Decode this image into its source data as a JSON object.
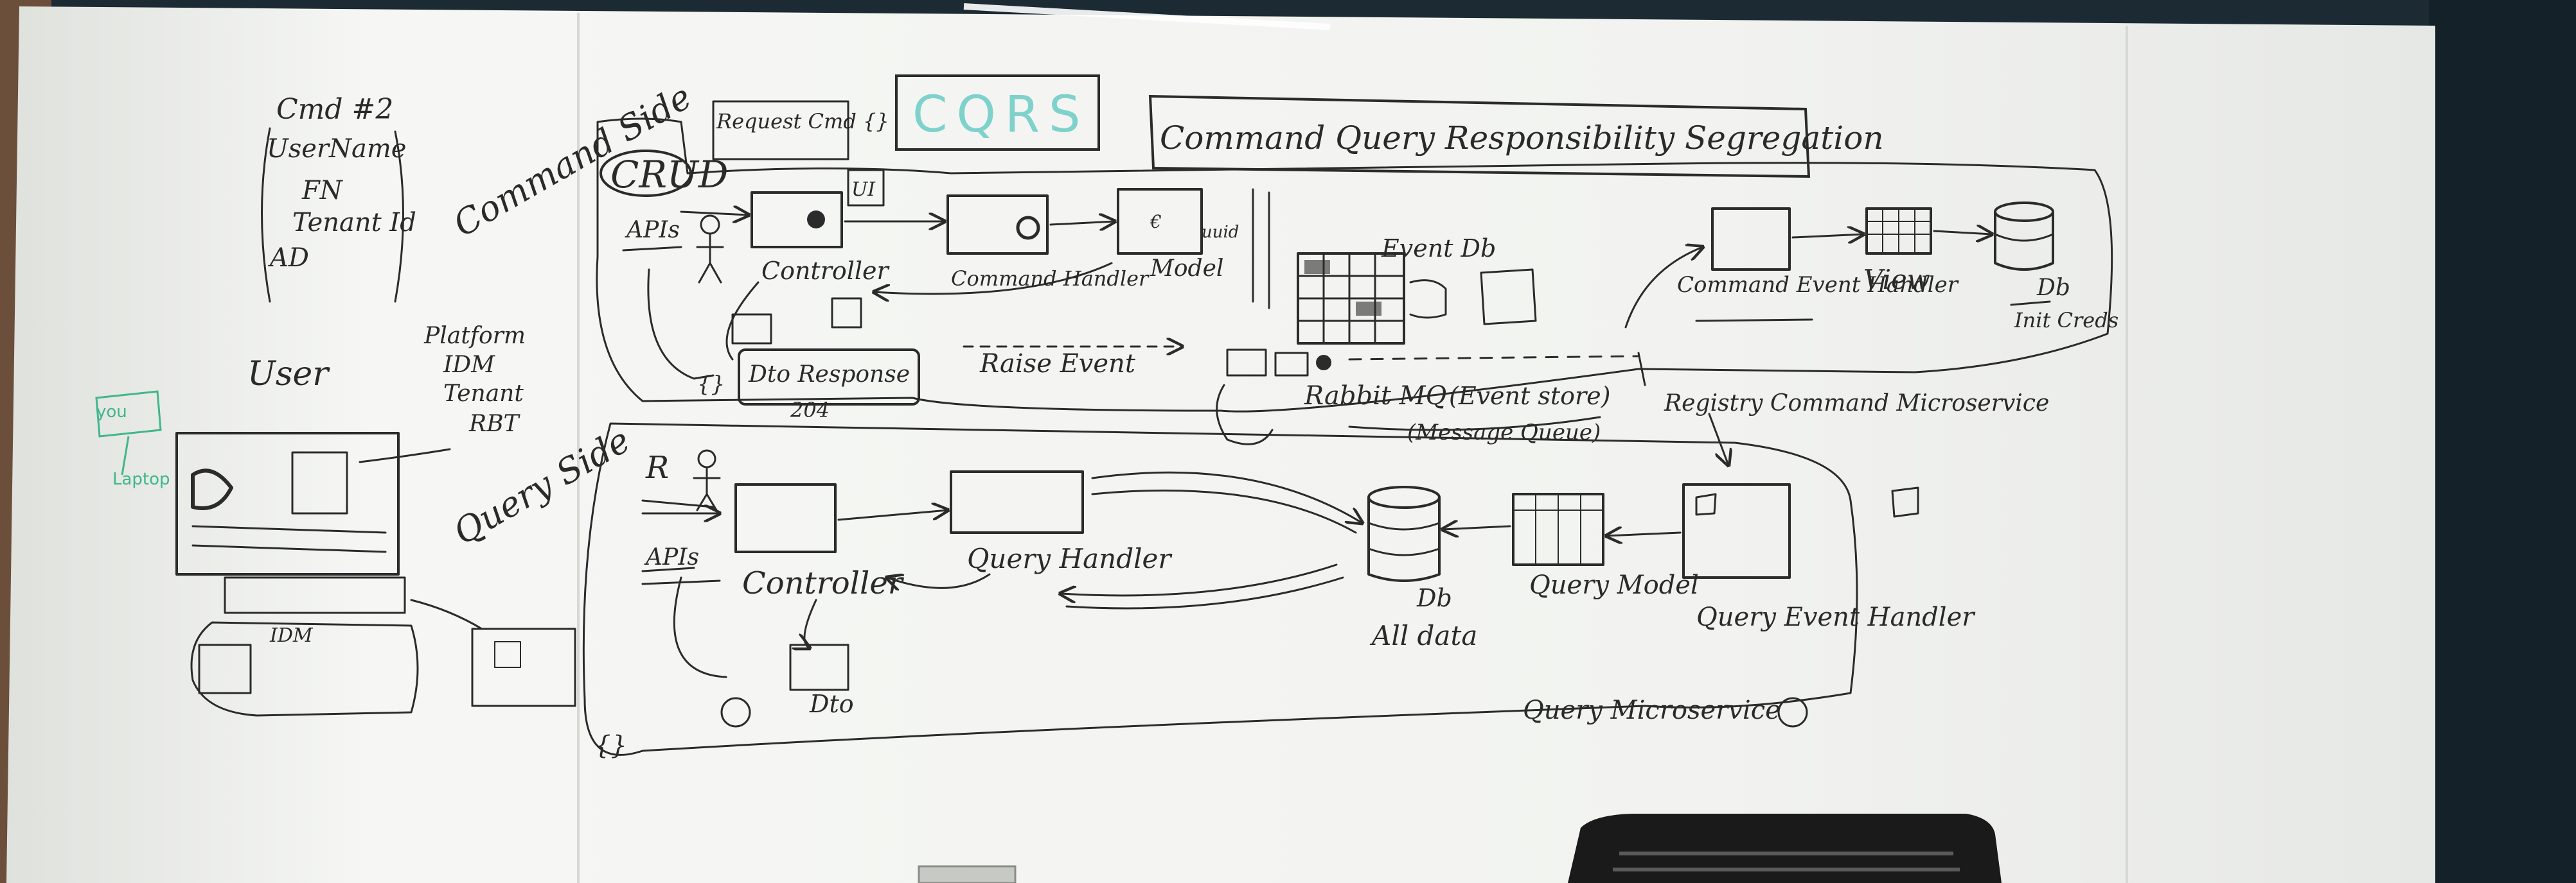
{
  "board": {
    "title_box": "CQRS",
    "title_long": "Command Query Responsibility Segregation",
    "left_notes": {
      "cmd_list_header": "Cmd #2",
      "cmd_list_items": [
        "UserName",
        "FN",
        "Tenant Id",
        "AD"
      ],
      "user": "User",
      "platform_lines": [
        "Platform",
        "IDM",
        "Tenant",
        "RBT"
      ],
      "idm_box": "IDM",
      "green_note_1": "you",
      "green_note_2": "Laptop"
    },
    "command_side": {
      "label": "Command Side",
      "crud": "CRUD",
      "request_box": "Request Cmd {}",
      "apis": "APIs",
      "controller": "Controller",
      "command_handler": "Command Handler",
      "model": "Model",
      "uuid": "uuid",
      "event_db": "Event Db",
      "dto_response": "Dto Response",
      "status_code": "204",
      "raise_event": "Raise Event",
      "braces": "{}",
      "rabbit_mq": "Rabbit MQ",
      "event_store": "(Event store)",
      "message_queue": "(Message Queue)",
      "ui_box": "UI",
      "command_event_handler": "Command Event Handler",
      "view": "View",
      "db": "Db",
      "db_subtitle": "Init Creds",
      "microservice_label": "Registry Command Microservice"
    },
    "query_side": {
      "label": "Query Side",
      "r_label": "R",
      "apis": "APIs",
      "controller": "Controller",
      "query_handler": "Query Handler",
      "dto": "Dto",
      "db": "Db",
      "db_subtitle": "All data",
      "query_model": "Query Model",
      "query_event_handler": "Query Event Handler",
      "microservice_label": "Query Microservice",
      "braces": "{}"
    }
  },
  "colors": {
    "board": "#f4f5f2",
    "ink": "#2b2b2b",
    "teal_ink": "#43b8b0",
    "green_ink": "#3fb78a",
    "wall": "#1c2b33"
  }
}
